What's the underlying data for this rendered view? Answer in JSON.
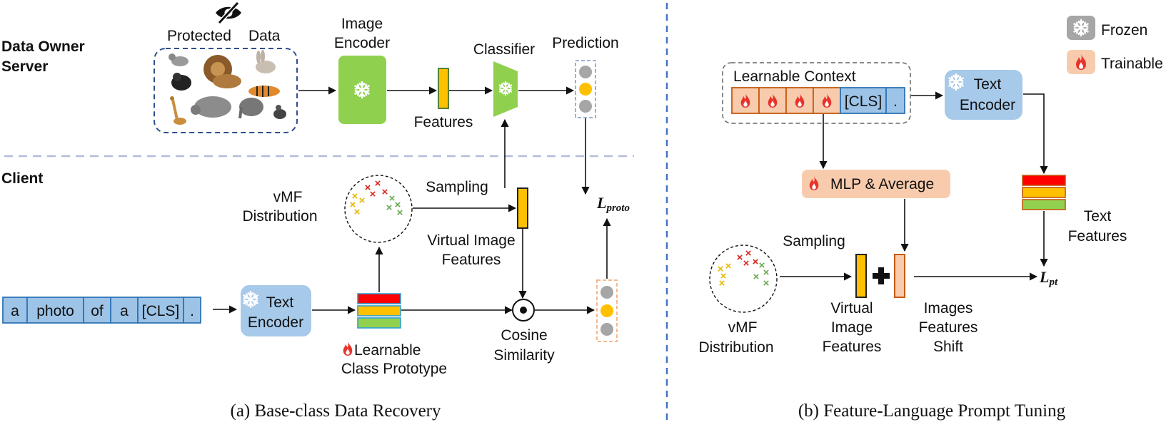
{
  "labels": {
    "data_owner_server_line1": "Data Owner",
    "data_owner_server_line2": "Server",
    "client": "Client",
    "protected": "Protected",
    "data": "Data",
    "image_encoder_line1": "Image",
    "image_encoder_line2": "Encoder",
    "features": "Features",
    "classifier": "Classifier",
    "prediction": "Prediction",
    "sampling_a": "Sampling",
    "vmf_a_line1": "vMF",
    "vmf_a_line2": "Distribution",
    "virtual_image_features_a_line1": "Virtual Image",
    "virtual_image_features_a_line2": "Features",
    "l_proto_main": "L",
    "l_proto_sub": "proto",
    "text_encoder_a_line1": "Text",
    "text_encoder_a_line2": "Encoder",
    "learnable_class_prototype_line1": "Learnable",
    "learnable_class_prototype_line2": "Class Prototype",
    "cosine_similarity_line1": "Cosine",
    "cosine_similarity_line2": "Similarity",
    "caption_a": "(a)  Base-class Data Recovery",
    "frozen": "Frozen",
    "trainable": "Trainable",
    "learnable_context": "Learnable Context",
    "cls_token_b": "[CLS]",
    "period_token_b": ".",
    "text_encoder_b_line1": "Text",
    "text_encoder_b_line2": "Encoder",
    "mlp_average": "MLP & Average",
    "text_features_line1": "Text",
    "text_features_line2": "Features",
    "sampling_b": "Sampling",
    "vmf_b_line1": "vMF",
    "vmf_b_line2": "Distribution",
    "virtual_image_features_b_line1": "Virtual",
    "virtual_image_features_b_line2": "Image",
    "virtual_image_features_b_line3": "Features",
    "images_features_shift_line1": "Images",
    "images_features_shift_line2": "Features",
    "images_features_shift_line3": "Shift",
    "l_pt_main": "L",
    "l_pt_sub": "pt",
    "caption_b": "(b) Feature-Language Prompt Tuning"
  },
  "prompt_tokens": [
    "a",
    "photo",
    "of",
    "a",
    "[CLS]",
    "."
  ],
  "icons": {
    "frozen": "snowflake-icon",
    "trainable": "flame-icon",
    "protected": "eye-slash-icon"
  },
  "colors": {
    "token_blue": "#9dc3e6",
    "token_border": "#2e75b6",
    "encoder_green": "#8fd14f",
    "text_encoder_blue": "#a7c9ea",
    "feature_yellow": "#ffc000",
    "prototype_red": "#ff0000",
    "prototype_green": "#92d050",
    "trainable_salmon": "#f8cbad",
    "frozen_gray": "#a6a6a6",
    "divider_blue": "#4472c4",
    "divider_lavender": "#b4bcd9",
    "flame_red": "#e8332a"
  }
}
